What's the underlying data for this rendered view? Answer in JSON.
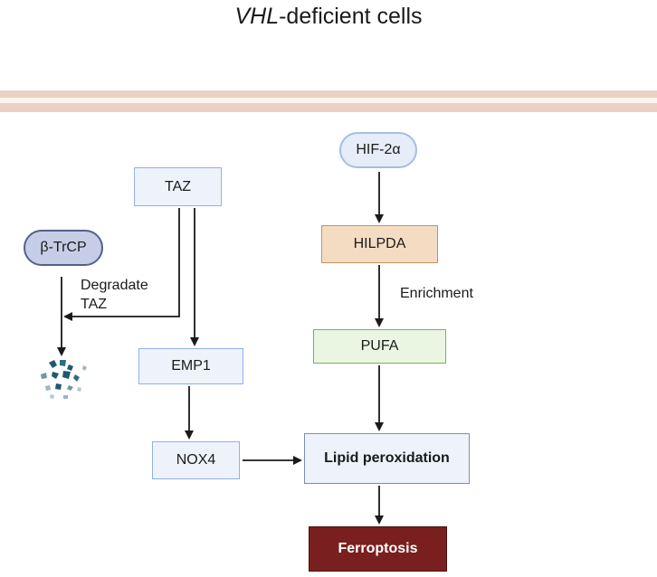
{
  "title": {
    "italic": "VHL",
    "rest": "-deficient cells"
  },
  "nodes": {
    "hif": "HIF-2α",
    "hilpda": "HILPDA",
    "pufa": "PUFA",
    "lipid": "Lipid peroxidation",
    "ferroptosis": "Ferroptosis",
    "taz": "TAZ",
    "btrcp": "β-TrCP",
    "emp1": "EMP1",
    "nox4": "NOX4"
  },
  "edge_labels": {
    "enrichment": "Enrichment",
    "degrade_line1": "Degradate",
    "degrade_line2": "TAZ"
  },
  "colors": {
    "membrane": "#ebd0c4",
    "blue_border": "#8fb2e6",
    "hilpda_fill": "#f4dcc3",
    "pufa_fill": "#eaf6e2",
    "ferroptosis_fill": "#7a1f1f",
    "degraded_fragments": "#1f5a6b"
  }
}
